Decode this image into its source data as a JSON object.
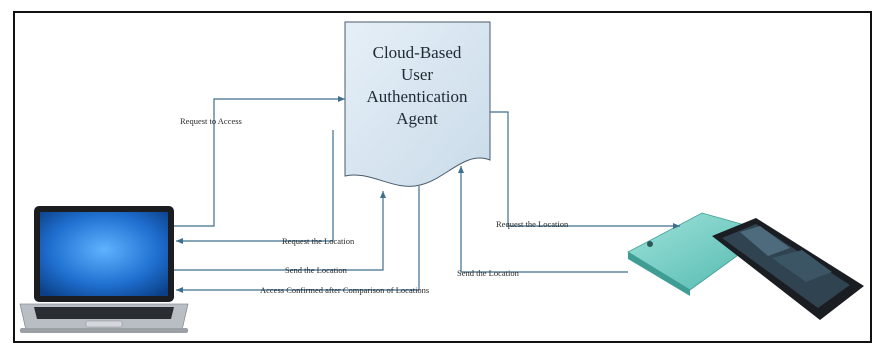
{
  "agent": {
    "lines": [
      "Cloud-Based",
      "User",
      "Authentication",
      "Agent"
    ]
  },
  "flows": {
    "request_access": "Request to Access",
    "request_location_laptop": "Request the Location",
    "send_location_laptop": "Send the Location",
    "access_confirmed": "Access Confirmed after Comparison of Locations",
    "request_location_phone": "Request the Location",
    "send_location_phone": "Send the Location"
  },
  "icons": {
    "client": "laptop-icon",
    "mobile": "smartphone-icon"
  },
  "colors": {
    "agent_fill": "#dbe8f3",
    "arrow": "#3f6f8f",
    "laptop_screen": "#2f7fd6",
    "phone_teal": "#7fd6cc"
  }
}
